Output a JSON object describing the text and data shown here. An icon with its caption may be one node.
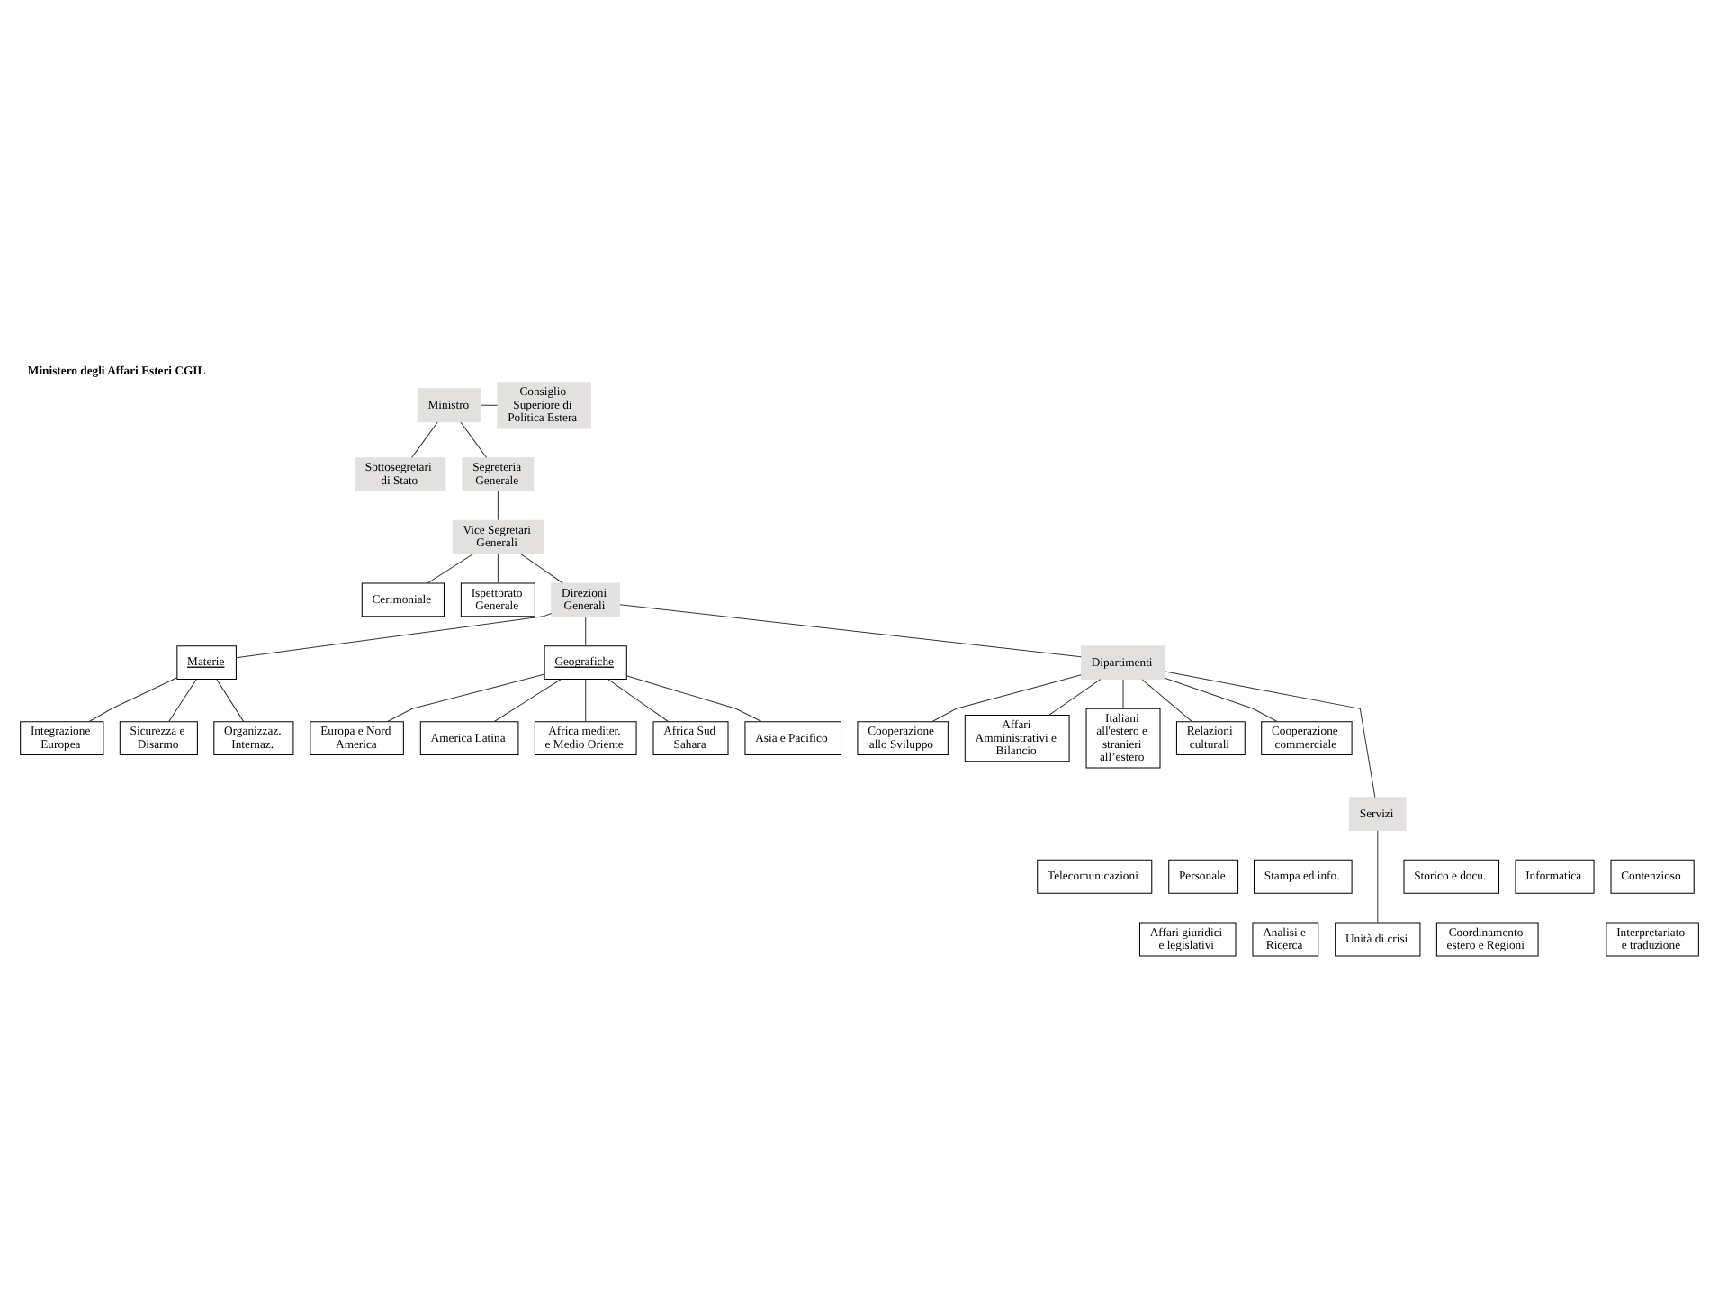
{
  "diagram": {
    "title": "Ministero degli Affari Esteri CGIL",
    "nodes": [
      {
        "text": [
          "Ministro"
        ]
      },
      {
        "text": [
          "Consiglio Superiore di Politica Estera"
        ]
      },
      {
        "text": [
          "Sottosegretari di Stato"
        ]
      },
      {
        "text": [
          "Segreteria Generale"
        ]
      },
      {
        "text": [
          "Vice Segretari Generali"
        ]
      },
      {
        "text": [
          "Cerimoniale"
        ]
      },
      {
        "text": [
          "Ispettorato Generale"
        ]
      },
      {
        "text": [
          "Direzioni Generali"
        ]
      },
      {
        "text": [
          "Integrazione Europea"
        ]
      },
      {
        "text": [
          "Sicurezza e Disarmo"
        ]
      },
      {
        "text": [
          "Organizzaz. Internaz."
        ]
      },
      {
        "text": [
          "Materie"
        ]
      },
      {
        "text": [
          "Geografiche"
        ]
      },
      {
        "text": [
          "Europa e Nord America"
        ]
      },
      {
        "text": [
          "America Latina"
        ]
      },
      {
        "text": [
          "Africa mediter. e Medio Oriente"
        ]
      },
      {
        "text": [
          "Africa Sud Sahara"
        ]
      },
      {
        "text": [
          "Asia e Pacifico"
        ]
      },
      {
        "text": [
          "Dipartimenti"
        ]
      },
      {
        "text": [
          "Cooperazione allo Sviluppo"
        ]
      },
      {
        "text": [
          "Affari Amministrativi e Bilancio"
        ]
      },
      {
        "text": [
          "Italiani all'estero e stranieri all’estero"
        ]
      },
      {
        "text": [
          "Relazioni culturali"
        ]
      },
      {
        "text": [
          "Cooperazione commerciale"
        ]
      },
      {
        "text": [
          "Servizi"
        ]
      },
      {
        "text": [
          "Telecomunicazioni"
        ]
      },
      {
        "text": [
          "Personale"
        ]
      },
      {
        "text": [
          "Stampa ed info."
        ]
      },
      {
        "text": [
          "Storico e docu."
        ]
      },
      {
        "text": [
          "Informatica"
        ]
      },
      {
        "text": [
          "Contenzioso"
        ]
      },
      {
        "text": [
          "Affari giuridici e legislativi"
        ]
      },
      {
        "text": [
          "Analisi e Ricerca"
        ]
      },
      {
        "text": [
          "Unità di crisi"
        ]
      },
      {
        "text": [
          "Coordinamento estero e Regioni"
        ]
      },
      {
        "text": [
          "Interpretariato e traduzione"
        ]
      }
    ],
    "edges": [
      {
        "from": 0,
        "to": 1,
        "arrow": "none"
      },
      {
        "from": 0,
        "to": 2,
        "arrow": "none"
      },
      {
        "from": 0,
        "to": 3,
        "arrow": "none"
      },
      {
        "from": 3,
        "to": 4,
        "arrow": "none"
      },
      {
        "from": 4,
        "to": 5,
        "arrow": "none"
      },
      {
        "from": 4,
        "to": 6,
        "arrow": "none"
      },
      {
        "from": 4,
        "to": 7,
        "arrow": "none"
      },
      {
        "from": 7,
        "to": 11,
        "arrow": "none"
      },
      {
        "from": 7,
        "to": 12,
        "arrow": "none"
      },
      {
        "from": 11,
        "to": 8,
        "arrow": "none"
      },
      {
        "from": 11,
        "to": 9,
        "arrow": "none"
      },
      {
        "from": 11,
        "to": 10,
        "arrow": "none"
      },
      {
        "from": 12,
        "to": 13,
        "arrow": "none"
      },
      {
        "from": 12,
        "to": 14,
        "arrow": "none"
      },
      {
        "from": 12,
        "to": 15,
        "arrow": "none"
      },
      {
        "from": 12,
        "to": 16,
        "arrow": "none"
      },
      {
        "from": 12,
        "to": 17,
        "arrow": "none"
      },
      {
        "from": 7,
        "to": 18,
        "arrow": "none"
      },
      {
        "from": 18,
        "to": 19,
        "arrow": "none"
      },
      {
        "from": 18,
        "to": 20,
        "arrow": "none"
      },
      {
        "from": 18,
        "to": 21,
        "arrow": "none"
      },
      {
        "from": 18,
        "to": 22,
        "arrow": "none"
      },
      {
        "from": 18,
        "to": 23,
        "arrow": "none"
      },
      {
        "from": 18,
        "to": 24,
        "arrow": "none"
      },
      {
        "from": 24,
        "to": 33,
        "arrow": "none"
      }
    ]
  }
}
